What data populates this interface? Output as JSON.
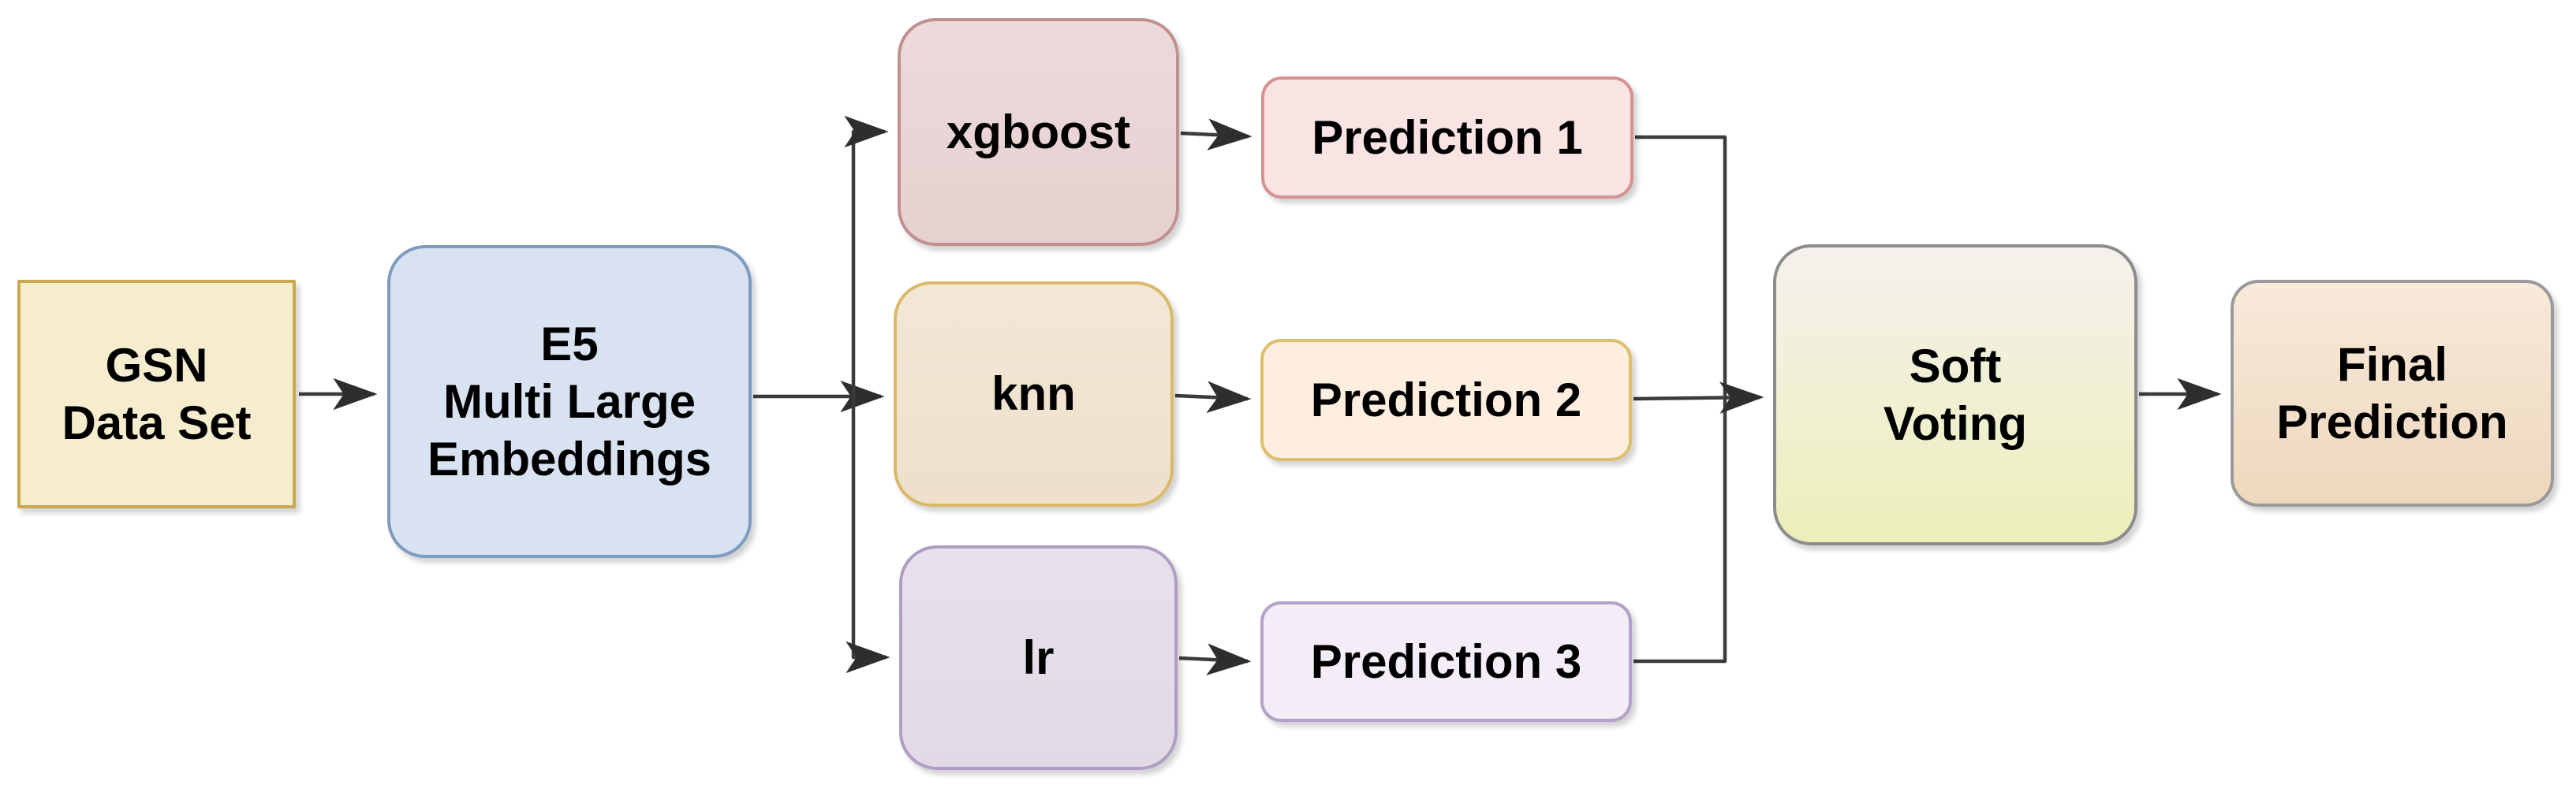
{
  "diagram": {
    "background_color": "#ffffff",
    "line_color": "#3b3b3b",
    "text_color": "#000000",
    "nodes": {
      "gsn": {
        "label": "GSN\nData Set",
        "fill": "#f6ecce",
        "border": "#c9a850",
        "shape": "rectangle"
      },
      "e5": {
        "label": "E5\nMulti Large\nEmbeddings",
        "fill": "#d9e2f1",
        "border": "#7e9cbf",
        "shape": "rounded"
      },
      "xgboost": {
        "label": "xgboost",
        "fill": "#e9d5d5",
        "border": "#c18f8f",
        "shape": "rounded"
      },
      "knn": {
        "label": "knn",
        "fill": "#f1e5d2",
        "border": "#d9b968",
        "shape": "rounded"
      },
      "lr": {
        "label": "lr",
        "fill": "#e4dee9",
        "border": "#b09dc4",
        "shape": "rounded"
      },
      "pred1": {
        "label": "Prediction 1",
        "fill": "#fae3e3",
        "border": "#d49494",
        "shape": "rounded"
      },
      "pred2": {
        "label": "Prediction 2",
        "fill": "#fdeee0",
        "border": "#ddbf6e",
        "shape": "rounded"
      },
      "pred3": {
        "label": "Prediction 3",
        "fill": "#f2edf6",
        "border": "#b5a2c9",
        "shape": "rounded"
      },
      "soft": {
        "label": "Soft\nVoting",
        "fill_top": "#f4f1ed",
        "fill_bottom": "#ecefba",
        "border": "#8c8c8c",
        "shape": "rounded"
      },
      "final": {
        "label": "Final\nPrediction",
        "fill_top": "#f8e9da",
        "fill_bottom": "#eed8bd",
        "border": "#9a9a9a",
        "shape": "rounded"
      }
    },
    "edges": [
      {
        "from": "gsn",
        "to": "e5"
      },
      {
        "from": "e5",
        "to": "xgboost"
      },
      {
        "from": "e5",
        "to": "knn"
      },
      {
        "from": "e5",
        "to": "lr"
      },
      {
        "from": "xgboost",
        "to": "pred1"
      },
      {
        "from": "knn",
        "to": "pred2"
      },
      {
        "from": "lr",
        "to": "pred3"
      },
      {
        "from": "pred1",
        "to": "soft"
      },
      {
        "from": "pred2",
        "to": "soft"
      },
      {
        "from": "pred3",
        "to": "soft"
      },
      {
        "from": "soft",
        "to": "final"
      }
    ]
  }
}
